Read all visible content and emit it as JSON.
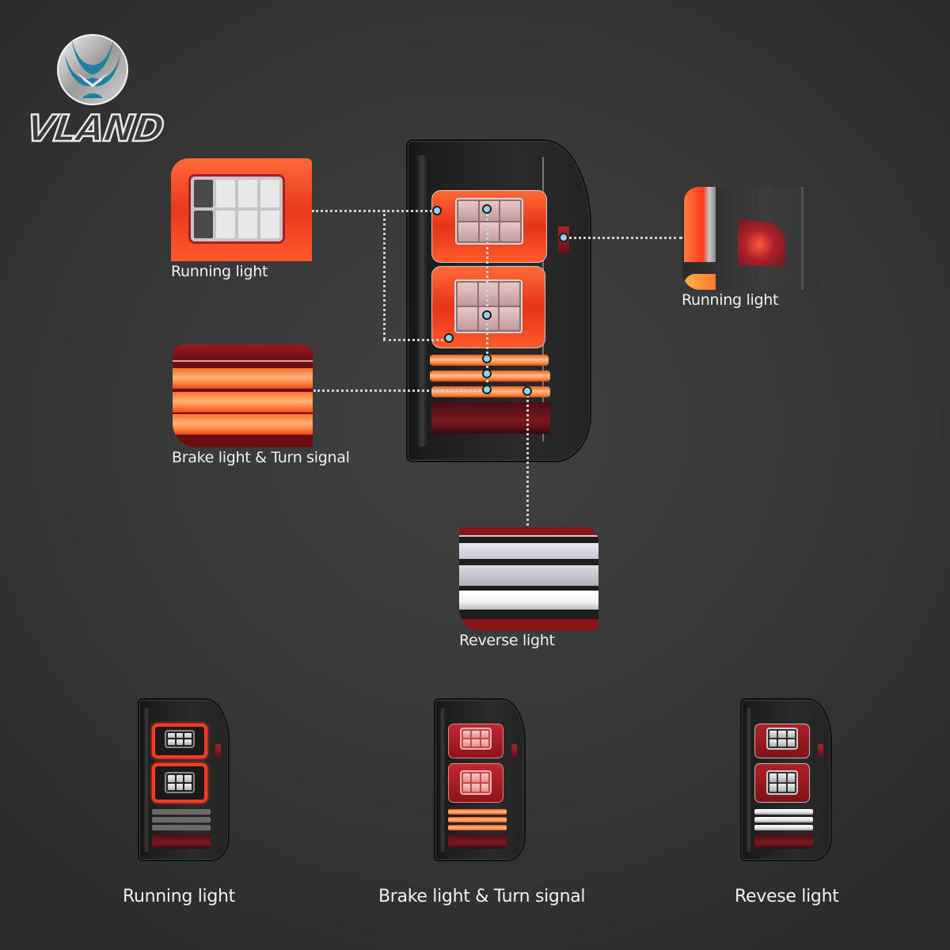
{
  "brand": {
    "name": "VLAND",
    "emblem_icon": "vland-emblem-icon",
    "colors": {
      "emblem_blue": "#1f7fa0",
      "emblem_silver": "#c8c8c8"
    }
  },
  "theme": {
    "background": "#393939",
    "dot_color": "#8fd3f0",
    "leader_line_color": "#cfcfcf",
    "led_red": "#e5341a",
    "led_orange": "#ff8a45",
    "reverse_white": "#f2f2f2"
  },
  "callouts": {
    "running_light_left": {
      "label": "Running light"
    },
    "running_light_right": {
      "label": "Running light"
    },
    "brake_turn": {
      "label": "Brake light & Turn signal"
    },
    "reverse": {
      "label": "Reverse light"
    }
  },
  "variants": [
    {
      "id": "running",
      "label": "Running light"
    },
    {
      "id": "brake",
      "label": "Brake light & Turn signal"
    },
    {
      "id": "reverse",
      "label": "Revese light"
    }
  ]
}
